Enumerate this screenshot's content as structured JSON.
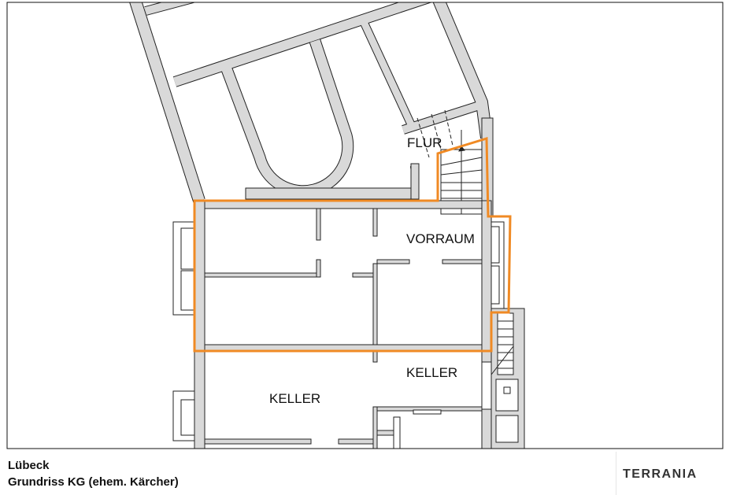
{
  "plan": {
    "rooms": [
      {
        "label": "FLUR"
      },
      {
        "label": "VORRAUM"
      },
      {
        "label": "KELLER"
      },
      {
        "label": "KELLER"
      }
    ],
    "highlight_color": "#f08a24",
    "wall_color": "#d9d9d9"
  },
  "footer": {
    "city": "Lübeck",
    "subtitle": "Grundriss KG (ehem. Kärcher)",
    "logo": "TERRANIA"
  }
}
